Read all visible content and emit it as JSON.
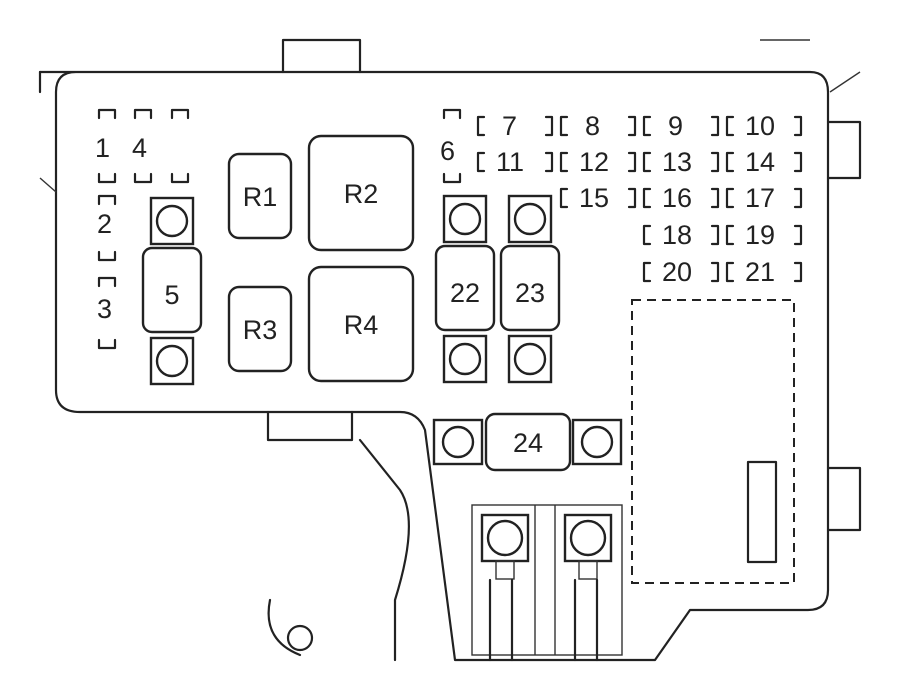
{
  "small_fuses": {
    "f1": "1",
    "f2": "2",
    "f3": "3",
    "f4": "4",
    "f6": "6",
    "f7": "7",
    "f8": "8",
    "f9": "9",
    "f10": "10",
    "f11": "11",
    "f12": "12",
    "f13": "13",
    "f14": "14",
    "f15": "15",
    "f16": "16",
    "f17": "17",
    "f18": "18",
    "f19": "19",
    "f20": "20",
    "f21": "21"
  },
  "large_fuses": {
    "f5": "5",
    "f22": "22",
    "f23": "23",
    "f24": "24"
  },
  "relays": {
    "r1": "R1",
    "r2": "R2",
    "r3": "R3",
    "r4": "R4"
  },
  "colors": {
    "line": "#222222",
    "background": "#ffffff"
  }
}
